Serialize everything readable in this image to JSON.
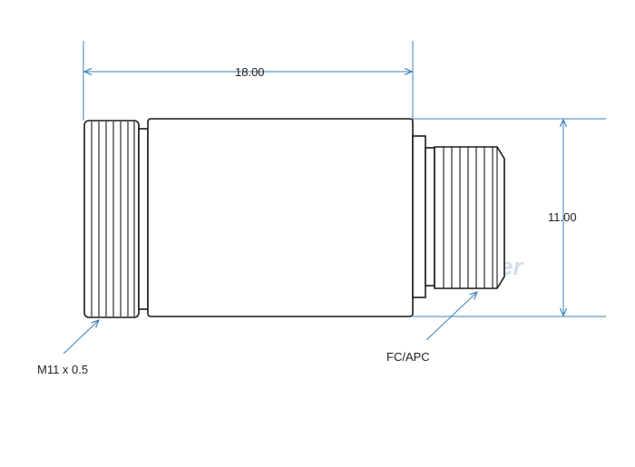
{
  "dimensions": {
    "length": "18.00",
    "diameter": "11.00"
  },
  "callouts": {
    "thread": "M11 x 0.5",
    "connector": "FC/APC"
  },
  "watermark": "CivilLaser",
  "colors": {
    "dimension_line": "#3d7fb8",
    "outline": "#1a1a1a",
    "watermark": "#c9d9ea"
  }
}
